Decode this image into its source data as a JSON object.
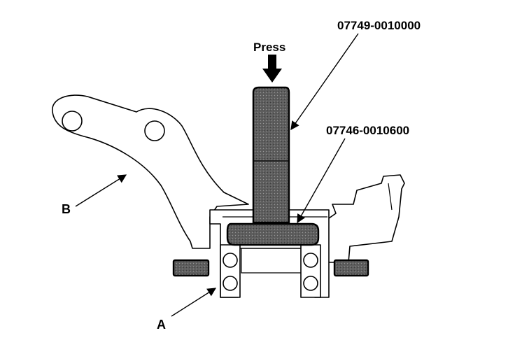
{
  "labels": {
    "press": "Press",
    "tool_driver": "07749-0010000",
    "tool_attachment": "07746-0010600",
    "part_a": "A",
    "part_b": "B"
  }
}
